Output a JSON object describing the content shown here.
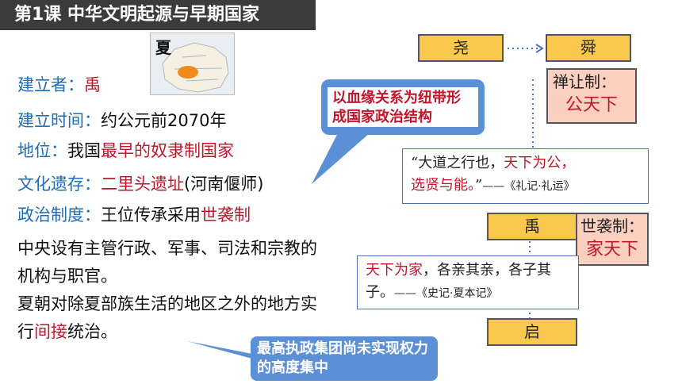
{
  "title": "第1课  中华文明起源与早期国家",
  "map": {
    "label": "夏"
  },
  "facts": {
    "founder_label": "建立者：",
    "founder_value": "禹",
    "time_label": "建立时间：",
    "time_value": "约公元前2070年",
    "status_label": "地位：",
    "status_prefix": "我国",
    "status_value": "最早的奴隶制国家",
    "heritage_label": "文化遗存：",
    "heritage_value": "二里头遗址",
    "heritage_suffix": "(河南偃师)",
    "politics_label": "政治制度：",
    "politics_prefix": "王位传承采用",
    "politics_value": "世袭制"
  },
  "paragraphs": {
    "p1": "中央设有主管行政、军事、司法和宗教的机构与职官。",
    "p2_prefix": "夏朝对除夏部族生活的地区之外的地方实行",
    "p2_red": "间接",
    "p2_suffix": "统治。"
  },
  "bubbles": {
    "top": "以血缘关系为纽带形成国家政治结构",
    "bottom": "最高执政集团尚未实现权力的高度集中"
  },
  "timeline": {
    "yao": "尧",
    "shun": "舜",
    "yu": "禹",
    "qi": "启",
    "shanrang_label": "禅让制：",
    "shanrang_value": "公天下",
    "shixi_label": "世袭制：",
    "shixi_value": "家天下"
  },
  "quotes": {
    "q1_open": "“大道之行也，",
    "q1_red": "天下为公，",
    "q1_red2": "选贤与能。",
    "q1_close": "”",
    "q1_source": "——《礼记·礼运》",
    "q2_red": "天下为家",
    "q2_text": "，各亲其亲，各子其子。",
    "q2_source": "——《史记·夏本记》"
  },
  "colors": {
    "label_blue": "#1f6db5",
    "accent_red": "#c0162b",
    "box_gold": "#f9c84c",
    "box_pink": "#fbd0c0",
    "bubble_blue": "#5b8fd6"
  }
}
